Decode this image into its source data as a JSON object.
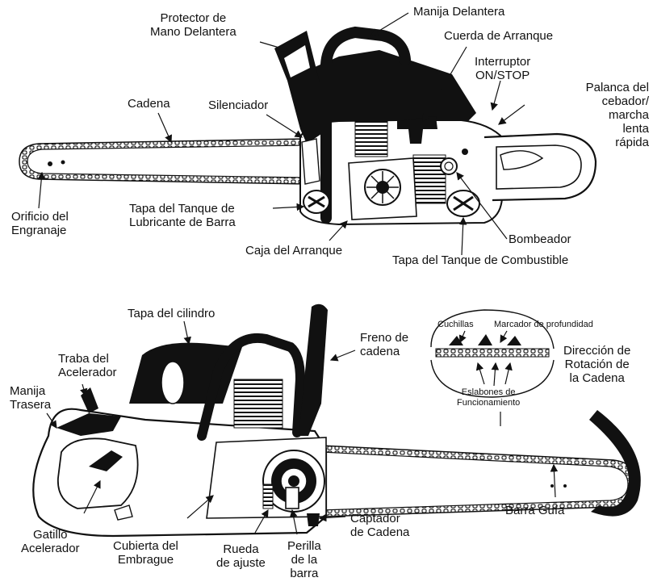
{
  "top": {
    "protector_mano": [
      "Protector de",
      "Mano Delantera"
    ],
    "manija_delantera": [
      "Manija Delantera"
    ],
    "cuerda_arranque": [
      "Cuerda de Arranque"
    ],
    "interruptor": [
      "Interruptor",
      "ON/STOP"
    ],
    "palanca_cebador": [
      "Palanca del",
      "cebador/",
      "marcha",
      "lenta",
      "rápida"
    ],
    "cadena": [
      "Cadena"
    ],
    "silenciador": [
      "Silenciador"
    ],
    "orificio": [
      "Orificio del",
      "Engranaje"
    ],
    "tapa_lubricante": [
      "Tapa del Tanque de",
      "Lubricante de Barra"
    ],
    "caja_arranque": [
      "Caja del Arranque"
    ],
    "bombeador": [
      "Bombeador"
    ],
    "tapa_combustible": [
      "Tapa del Tanque de Combustible"
    ]
  },
  "bottom": {
    "tapa_cilindro": [
      "Tapa del cilindro"
    ],
    "traba_acelerador": [
      "Traba del",
      "Acelerador"
    ],
    "manija_trasera": [
      "Manija",
      "Trasera"
    ],
    "freno_cadena": [
      "Freno de",
      "cadena"
    ],
    "cuchillas": [
      "Cuchillas"
    ],
    "marcador": [
      "Marcador de profundidad"
    ],
    "eslabones": [
      "Eslabones de",
      "Funcionamiento"
    ],
    "direccion": [
      "Dirección de",
      "Rotación de",
      "la Cadena"
    ],
    "gatillo": [
      "Gatillo",
      "Acelerador"
    ],
    "cubierta_embrague": [
      "Cubierta del",
      "Embrague"
    ],
    "rueda_ajuste": [
      "Rueda",
      "de ajuste"
    ],
    "perilla": [
      "Perilla",
      "de la",
      "barra"
    ],
    "captador": [
      "Captador",
      "de Cadena"
    ],
    "barra_guia": [
      "Barra Guía"
    ]
  }
}
